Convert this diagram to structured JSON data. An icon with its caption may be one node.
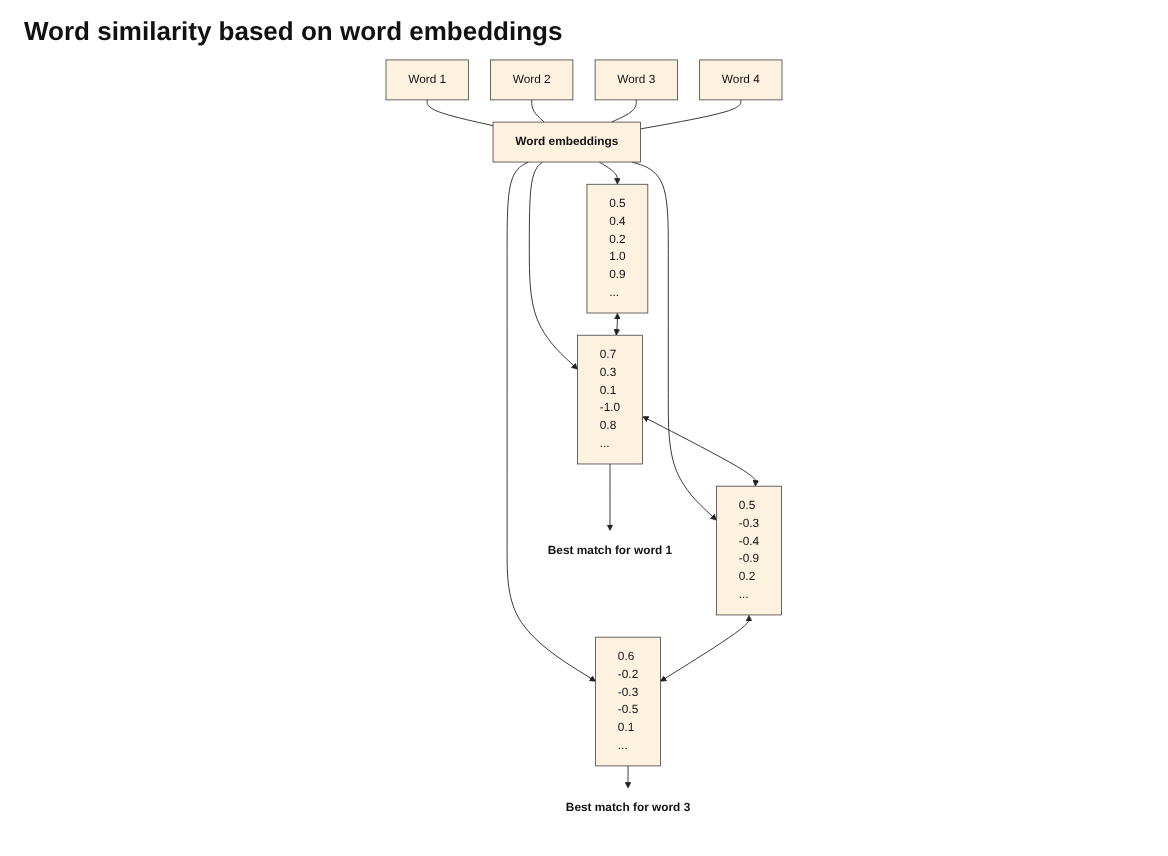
{
  "diagram": {
    "title": "Word similarity based on word embeddings",
    "nodes": [
      {
        "text": [
          "Word 1"
        ]
      },
      {
        "text": [
          "Word 2"
        ]
      },
      {
        "text": [
          "Word 3"
        ]
      },
      {
        "text": [
          "Word 4"
        ]
      },
      {
        "text": [
          "Word embeddings"
        ]
      },
      {
        "text": [
          "0.5",
          "0.4",
          "0.2",
          "1.0",
          "0.9",
          "..."
        ]
      },
      {
        "text": [
          "0.7",
          "0.3",
          "0.1",
          "-1.0",
          "0.8",
          "..."
        ]
      },
      {
        "text": [
          "0.5",
          "-0.3",
          "-0.4",
          "-0.9",
          "0.2",
          "..."
        ]
      },
      {
        "text": [
          "0.6",
          "-0.2",
          "-0.3",
          "-0.5",
          "0.1",
          "..."
        ]
      },
      {
        "text": [
          "Best match for word 1"
        ]
      },
      {
        "text": [
          "Best match for word 3"
        ]
      }
    ],
    "edges": [
      {
        "from": 0,
        "to": 4,
        "arrow": "none"
      },
      {
        "from": 1,
        "to": 4,
        "arrow": "none"
      },
      {
        "from": 2,
        "to": 4,
        "arrow": "none"
      },
      {
        "from": 3,
        "to": 4,
        "arrow": "none"
      },
      {
        "from": 4,
        "to": 5,
        "arrow": "to"
      },
      {
        "from": 4,
        "to": 6,
        "arrow": "to"
      },
      {
        "from": 4,
        "to": 7,
        "arrow": "to"
      },
      {
        "from": 4,
        "to": 8,
        "arrow": "to"
      },
      {
        "from": 5,
        "to": 6,
        "arrow": "both"
      },
      {
        "from": 6,
        "to": 7,
        "arrow": "both"
      },
      {
        "from": 7,
        "to": 8,
        "arrow": "both"
      },
      {
        "from": 6,
        "to": 9,
        "arrow": "to"
      },
      {
        "from": 8,
        "to": 10,
        "arrow": "to"
      }
    ]
  }
}
